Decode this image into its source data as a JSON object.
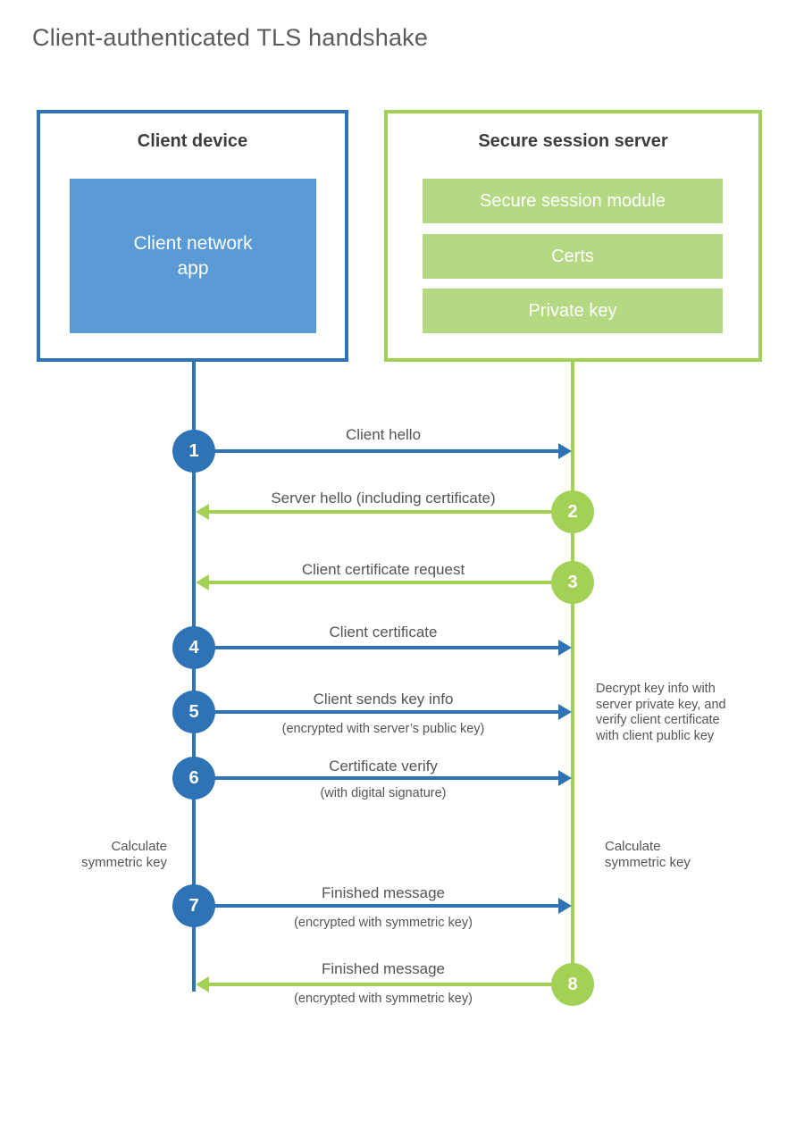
{
  "title": "Client-authenticated TLS handshake",
  "client": {
    "title": "Client device",
    "app": "Client network\napp"
  },
  "server": {
    "title": "Secure session server",
    "modules": [
      "Secure session module",
      "Certs",
      "Private key"
    ]
  },
  "steps": [
    {
      "num": "1",
      "label": "Client hello",
      "sublabel": ""
    },
    {
      "num": "2",
      "label": "Server hello (including certificate)",
      "sublabel": ""
    },
    {
      "num": "3",
      "label": "Client certificate request",
      "sublabel": ""
    },
    {
      "num": "4",
      "label": "Client certificate",
      "sublabel": ""
    },
    {
      "num": "5",
      "label": "Client sends key info",
      "sublabel": "(encrypted with server’s public key)"
    },
    {
      "num": "6",
      "label": "Certificate verify",
      "sublabel": "(with digital signature)"
    },
    {
      "num": "7",
      "label": "Finished message",
      "sublabel": "(encrypted with symmetric key)"
    },
    {
      "num": "8",
      "label": "Finished message",
      "sublabel": "(encrypted with symmetric key)"
    }
  ],
  "notes": {
    "decrypt": "Decrypt key info with\nserver private key, and\nverify client certificate\nwith client public key",
    "calc_left": "Calculate\nsymmetric key",
    "calc_right": "Calculate\nsymmetric key"
  },
  "colors": {
    "blue": "#2d73b6",
    "blue_fill": "#5b9bd5",
    "green": "#a2d155",
    "green_fill": "#b5d983",
    "text": "#555555"
  }
}
